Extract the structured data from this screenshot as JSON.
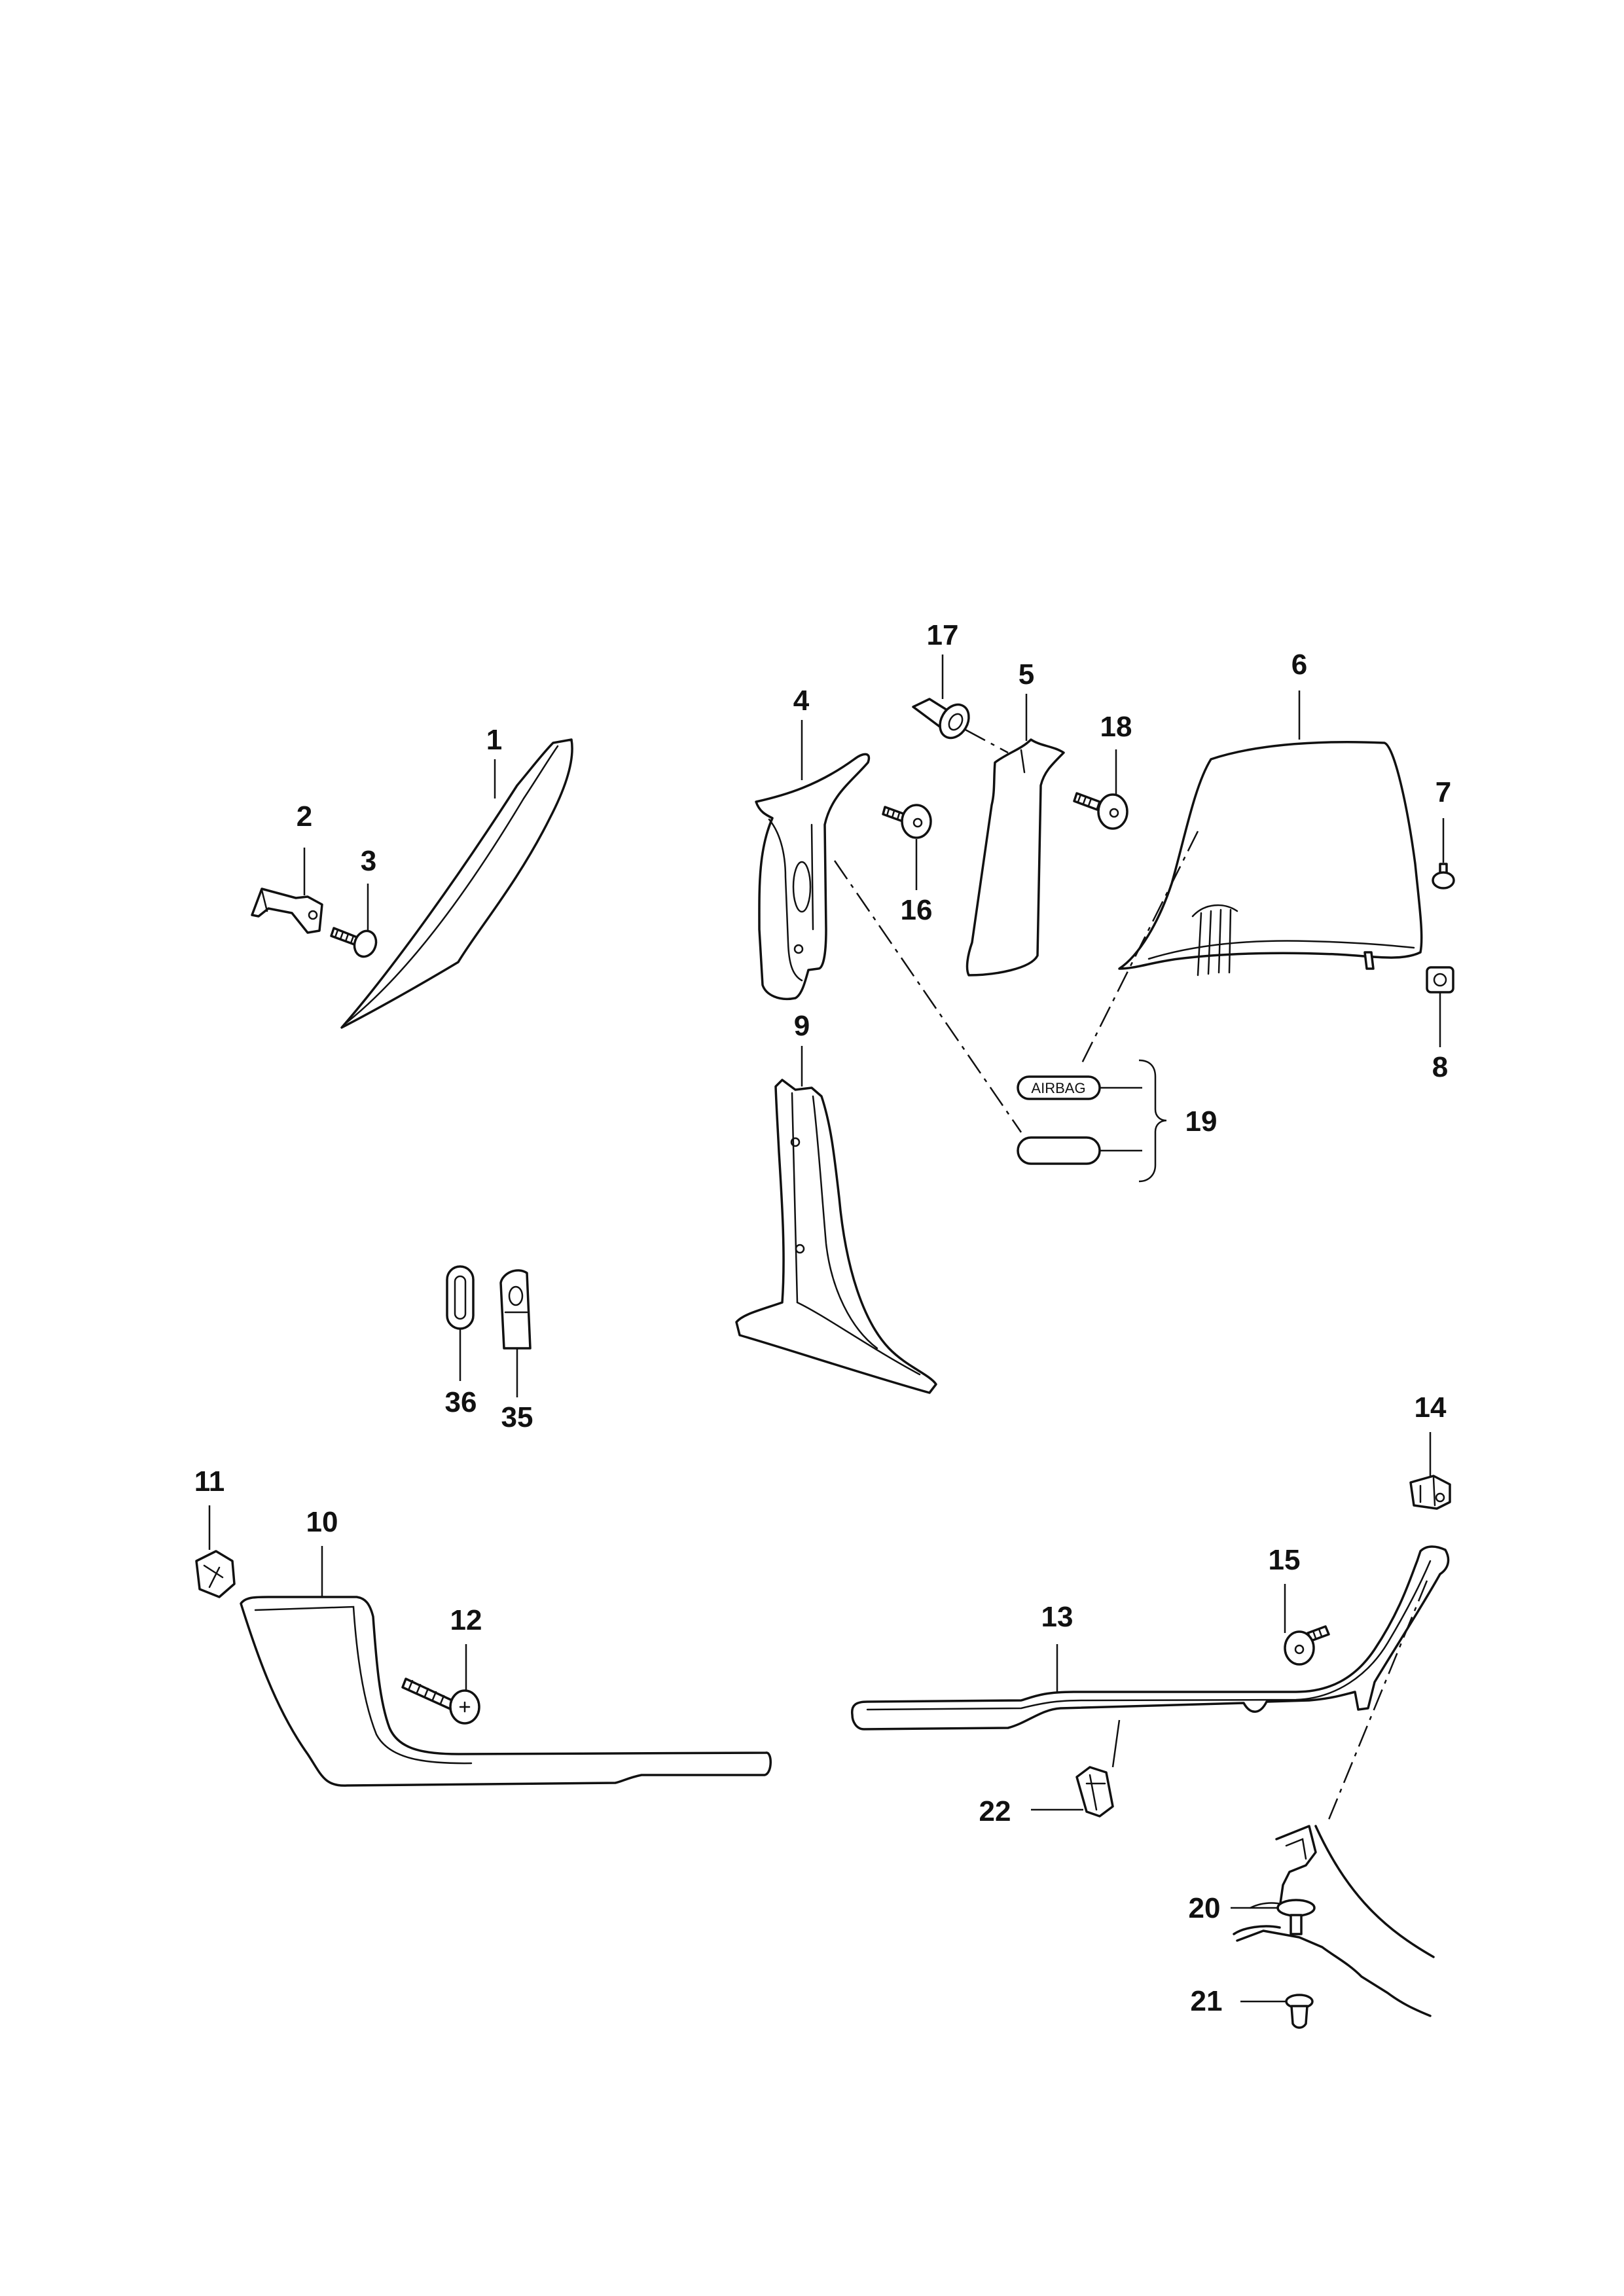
{
  "labels": {
    "p1": "1",
    "p2": "2",
    "p3": "3",
    "p4": "4",
    "p5": "5",
    "p6": "6",
    "p7": "7",
    "p8": "8",
    "p9": "9",
    "p10": "10",
    "p11": "11",
    "p12": "12",
    "p13": "13",
    "p14": "14",
    "p15": "15",
    "p16": "16",
    "p17": "17",
    "p18": "18",
    "p19": "19",
    "p20": "20",
    "p21": "21",
    "p22": "22",
    "p35": "35",
    "p36": "36"
  },
  "airbag_badge": "AIRBAG"
}
